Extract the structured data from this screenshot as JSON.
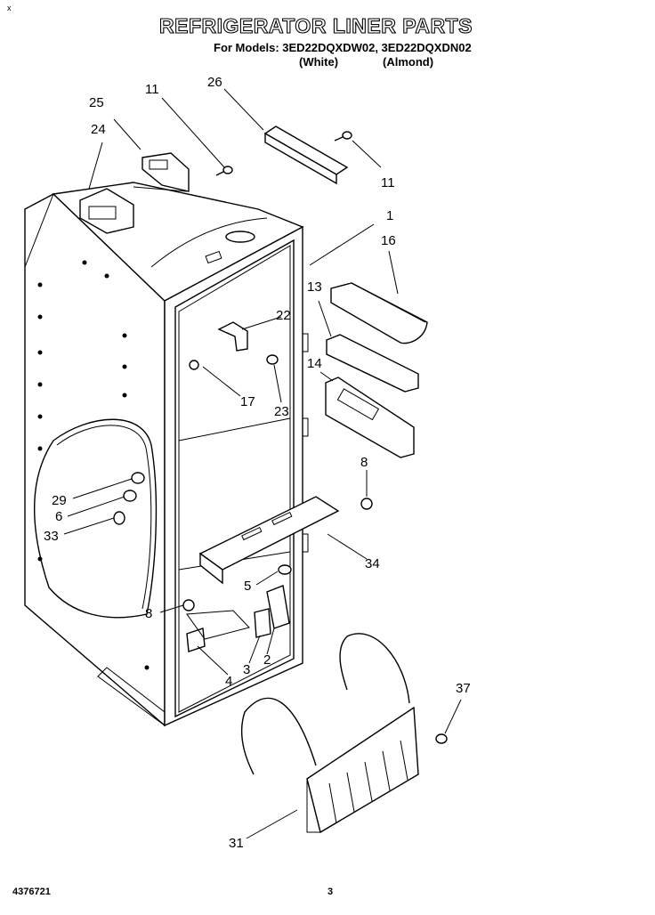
{
  "header": {
    "corner_mark": "x",
    "title": "REFRIGERATOR LINER PARTS",
    "models_line": "For Models: 3ED22DQXDW02, 3ED22DQXDN02",
    "color_white": "(White)",
    "color_almond": "(Almond)"
  },
  "callouts": [
    "11",
    "26",
    "25",
    "24",
    "11",
    "1",
    "16",
    "13",
    "22",
    "14",
    "17",
    "23",
    "8",
    "29",
    "6",
    "33",
    "34",
    "5",
    "8",
    "4",
    "3",
    "2",
    "37",
    "31"
  ],
  "footer": {
    "part_number": "4376721",
    "page_number": "3"
  }
}
